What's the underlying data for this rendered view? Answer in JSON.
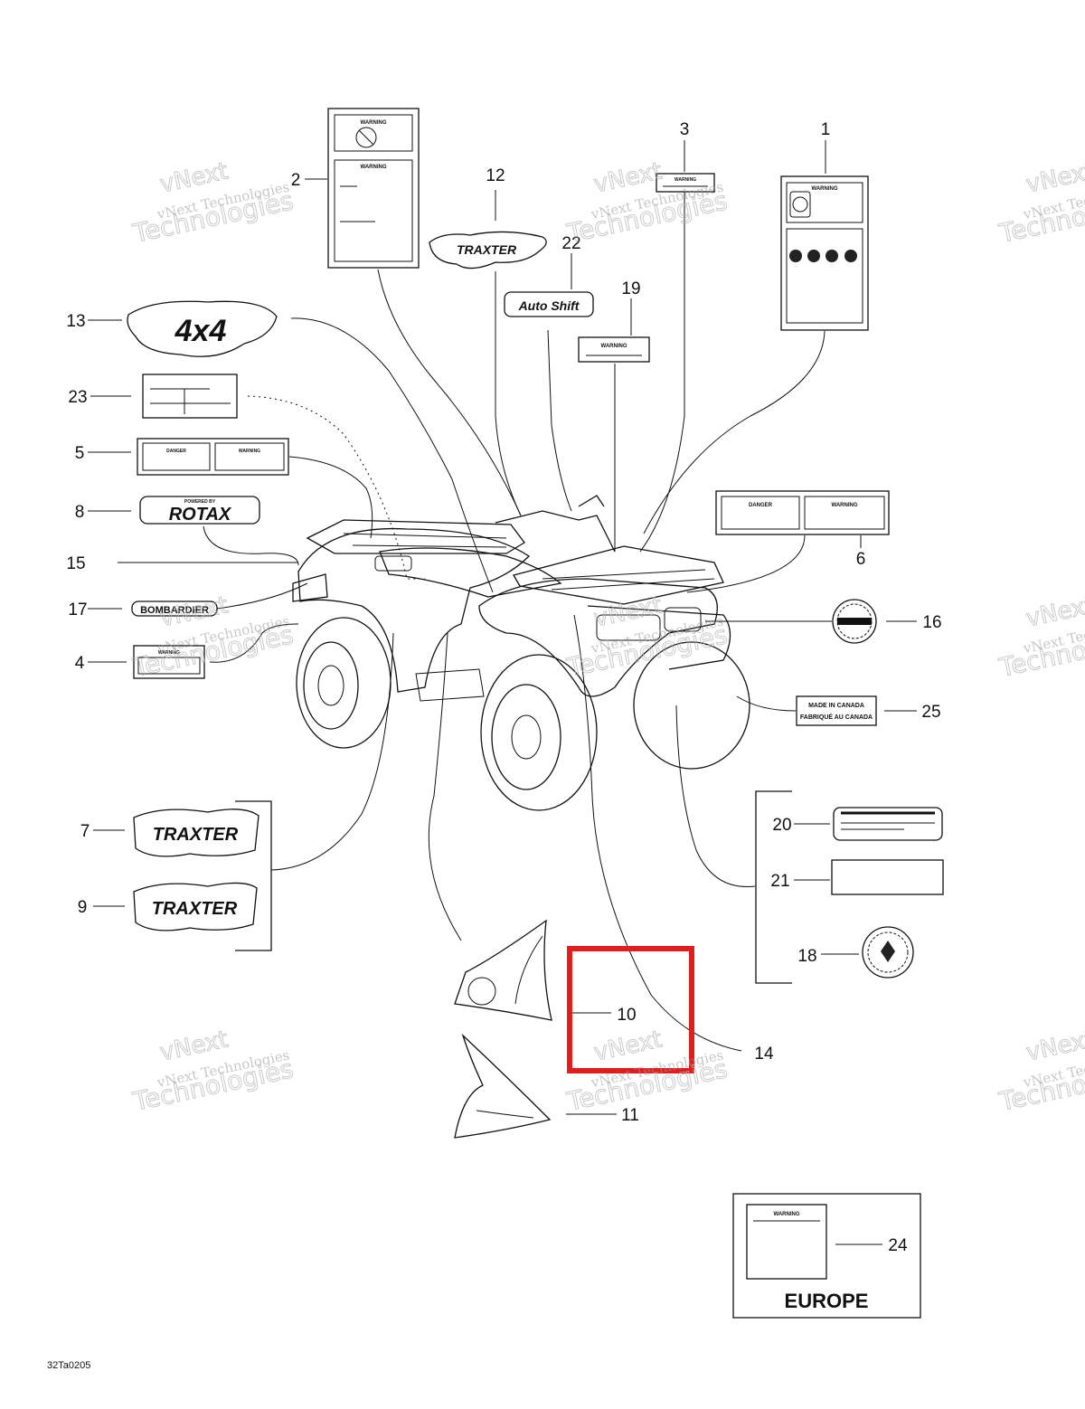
{
  "diagram": {
    "reference_code": "32Ta0205",
    "region_note": "EUROPE",
    "callouts": [
      "1",
      "2",
      "3",
      "4",
      "5",
      "6",
      "7",
      "8",
      "9",
      "10",
      "11",
      "12",
      "13",
      "14",
      "15",
      "16",
      "17",
      "18",
      "19",
      "20",
      "21",
      "22",
      "23",
      "24",
      "25"
    ],
    "highlighted_callout": "10",
    "highlight_color": "#e01e1e",
    "decal_texts": {
      "traxter": "TRAXTER",
      "rotax": "ROTAX",
      "powered_by": "POWERED BY",
      "bombardier": "BOMBARDIER",
      "four_by_four": "4x4",
      "auto_shift": "Auto Shift",
      "made_in_canada": "MADE IN CANADA",
      "fabrique_au_canada": "FABRIQUÉ AU CANADA",
      "warning": "WARNING",
      "danger": "DANGER"
    }
  },
  "watermark": {
    "line1": "vNext Technologies",
    "big": "vNext",
    "big2": "Technologies"
  }
}
